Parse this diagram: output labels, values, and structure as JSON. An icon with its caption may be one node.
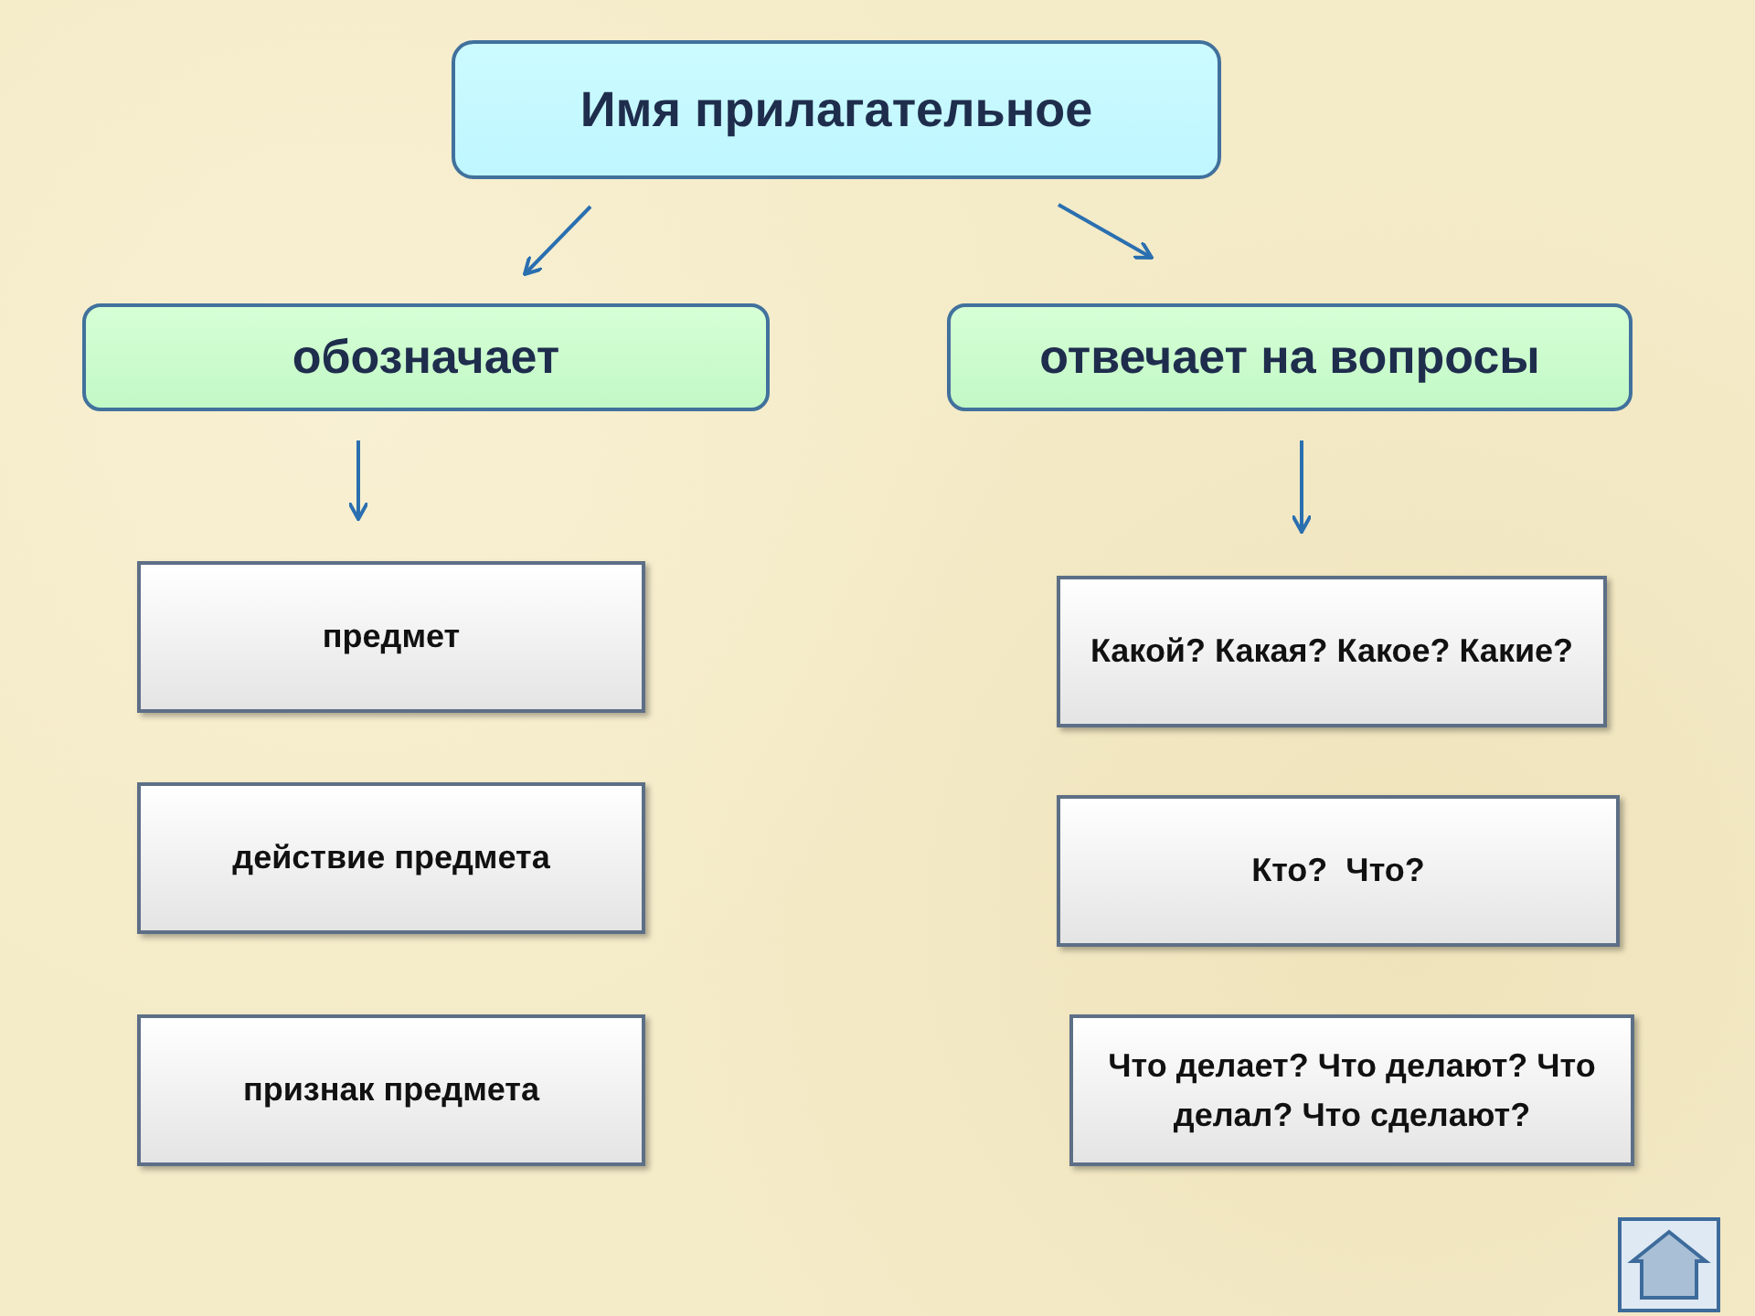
{
  "diagram": {
    "nodes": [
      {
        "text": [
          "Имя прилагательное"
        ]
      },
      {
        "text": [
          "обозначает"
        ]
      },
      {
        "text": [
          "отвечает на вопросы"
        ]
      },
      {
        "text": [
          "предмет"
        ]
      },
      {
        "text": [
          "действие предмета"
        ]
      },
      {
        "text": [
          "признак предмета"
        ]
      },
      {
        "text": [
          "Какой? Какая? Какое? Какие?"
        ]
      },
      {
        "text": [
          "Кто?  Что?"
        ]
      },
      {
        "text": [
          "Что делает? Что делают? Что делал? Что сделают?"
        ]
      }
    ],
    "edges": [
      {
        "from": 0,
        "to": 1,
        "arrow": "to"
      },
      {
        "from": 0,
        "to": 2,
        "arrow": "to"
      },
      {
        "from": 1,
        "to": 3,
        "arrow": "to"
      },
      {
        "from": 2,
        "to": 6,
        "arrow": "to"
      }
    ]
  }
}
